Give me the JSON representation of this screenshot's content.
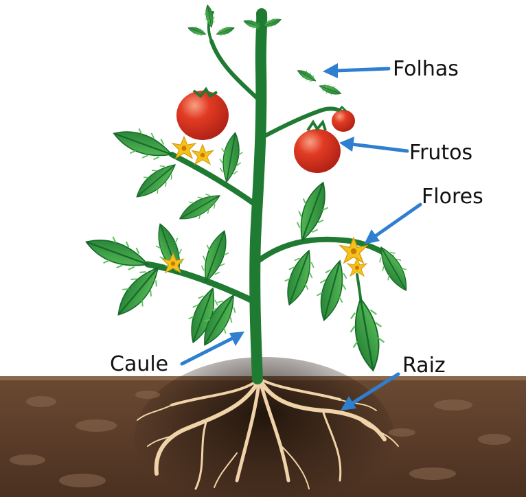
{
  "labels": {
    "leaves": "Folhas",
    "fruits": "Frutos",
    "flowers": "Flores",
    "stem": "Caule",
    "root": "Raiz"
  },
  "colors": {
    "stem": "#1f7a32",
    "leaf": "#2f9a3c",
    "leaf_light": "#4cb84f",
    "tomato": "#e23b24",
    "tomato_highlight": "#f08a6a",
    "flower": "#f5c21b",
    "soil": "#5a3b25",
    "soil_dark": "#2a1a10",
    "root": "#f0d3a8",
    "arrow": "#2f7fd0",
    "label": "#111111"
  },
  "icons": {
    "arrow": "arrow-icon"
  }
}
